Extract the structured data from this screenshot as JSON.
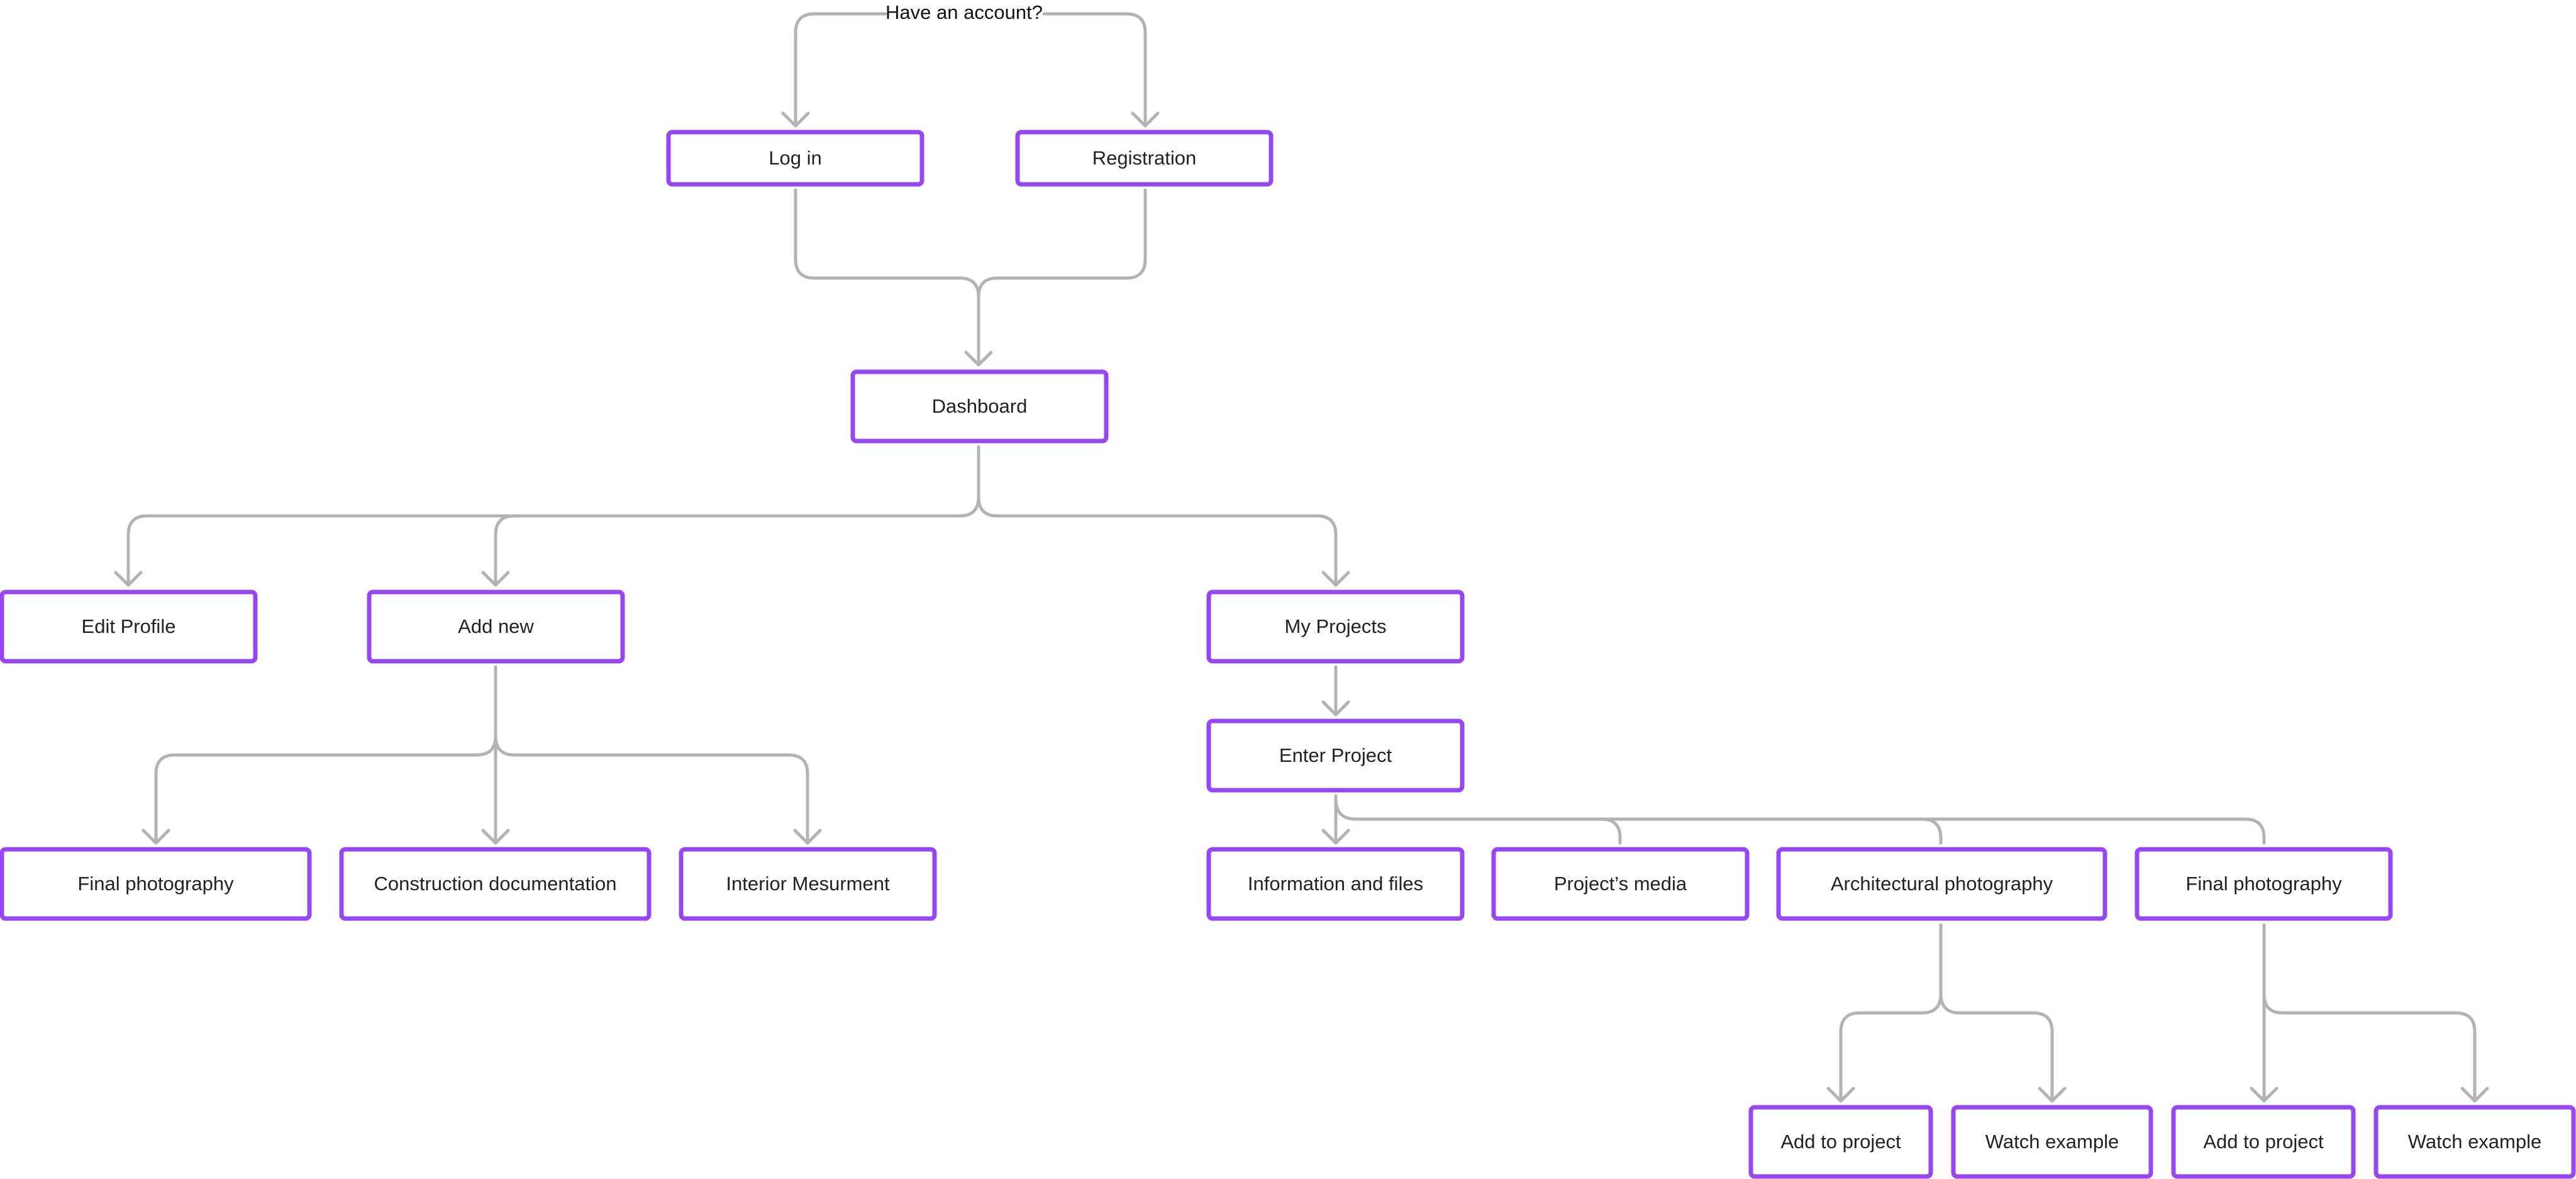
{
  "diagram": {
    "start_label": "Have an account?",
    "colors": {
      "node_border": "#9746f3",
      "connector": "#b3b3b3",
      "text": "#222222",
      "background": "#ffffff"
    },
    "nodes": [
      {
        "id": "log-in",
        "label": "Log in"
      },
      {
        "id": "registration",
        "label": "Registration"
      },
      {
        "id": "dashboard",
        "label": "Dashboard"
      },
      {
        "id": "edit-profile",
        "label": "Edit Profile"
      },
      {
        "id": "add-new",
        "label": "Add new"
      },
      {
        "id": "my-projects",
        "label": "My Projects"
      },
      {
        "id": "enter-project",
        "label": "Enter Project"
      },
      {
        "id": "final-photography-1",
        "label": "Final photography"
      },
      {
        "id": "construction-documentation",
        "label": "Construction documentation"
      },
      {
        "id": "interior-mesurment",
        "label": "Interior Mesurment"
      },
      {
        "id": "information-and-files",
        "label": "Information and files"
      },
      {
        "id": "projects-media",
        "label": "Project’s media"
      },
      {
        "id": "architectural-photography",
        "label": "Architectural photography"
      },
      {
        "id": "final-photography-2",
        "label": "Final photography"
      },
      {
        "id": "add-to-project-1",
        "label": "Add to project"
      },
      {
        "id": "watch-example-1",
        "label": "Watch example"
      },
      {
        "id": "add-to-project-2",
        "label": "Add to project"
      },
      {
        "id": "watch-example-2",
        "label": "Watch example"
      }
    ],
    "edges": [
      [
        "start",
        "log-in"
      ],
      [
        "start",
        "registration"
      ],
      [
        "log-in",
        "dashboard"
      ],
      [
        "registration",
        "dashboard"
      ],
      [
        "dashboard",
        "edit-profile"
      ],
      [
        "dashboard",
        "add-new"
      ],
      [
        "dashboard",
        "my-projects"
      ],
      [
        "add-new",
        "final-photography-1"
      ],
      [
        "add-new",
        "construction-documentation"
      ],
      [
        "add-new",
        "interior-mesurment"
      ],
      [
        "my-projects",
        "enter-project"
      ],
      [
        "enter-project",
        "information-and-files"
      ],
      [
        "enter-project",
        "projects-media"
      ],
      [
        "enter-project",
        "architectural-photography"
      ],
      [
        "enter-project",
        "final-photography-2"
      ],
      [
        "architectural-photography",
        "add-to-project-1"
      ],
      [
        "architectural-photography",
        "watch-example-1"
      ],
      [
        "final-photography-2",
        "add-to-project-2"
      ],
      [
        "final-photography-2",
        "watch-example-2"
      ]
    ]
  }
}
